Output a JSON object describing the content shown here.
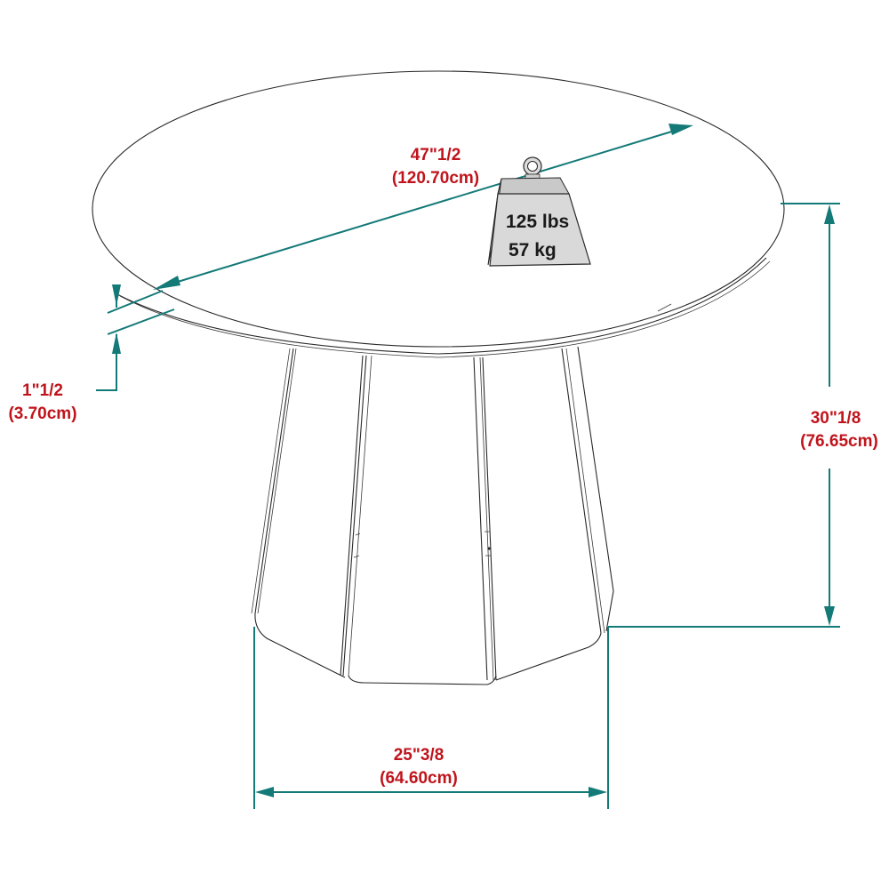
{
  "diagram": {
    "subject": "Round pedestal dining table dimensions",
    "colors": {
      "dimension_line": "#137a78",
      "label_text": "#c0141c",
      "weight_body": "#d9d9d9",
      "outline": "#2a2a2a"
    },
    "dimensions": {
      "diameter": {
        "imperial": "47\"1/2",
        "metric": "(120.70cm)"
      },
      "top_thickness": {
        "imperial": "1\"1/2",
        "metric": "(3.70cm)"
      },
      "height": {
        "imperial": "30\"1/8",
        "metric": "(76.65cm)"
      },
      "base_width": {
        "imperial": "25\"3/8",
        "metric": "(64.60cm)"
      }
    },
    "weight_capacity": {
      "lbs": "125 lbs",
      "kg": "57 kg",
      "icon": "weight-icon"
    }
  }
}
